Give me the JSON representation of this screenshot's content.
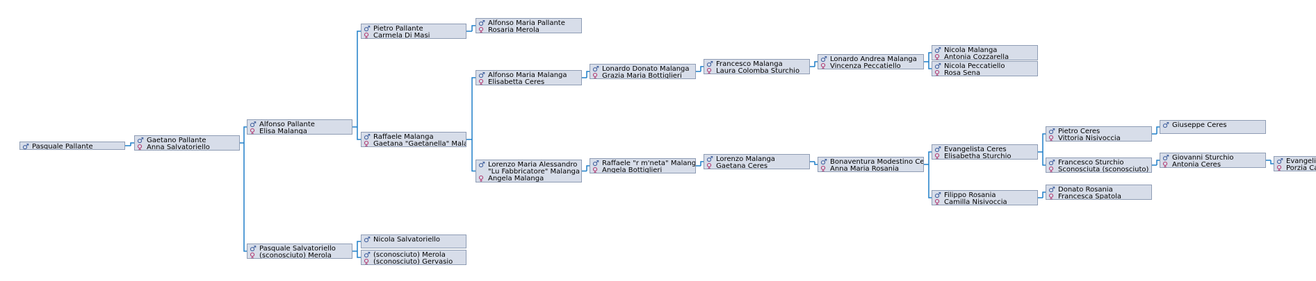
{
  "symbols": {
    "male": "♂",
    "female": "♀"
  },
  "colors": {
    "connector": "#1e7fc8",
    "box_bg": "#d7dde9",
    "box_border": "#8e9cb4"
  },
  "nodes": [
    {
      "id": "p1",
      "lines": [
        {
          "sex": "male",
          "name": "Pasquale Pallante"
        }
      ]
    },
    {
      "id": "p2",
      "lines": [
        {
          "sex": "male",
          "name": "Gaetano Pallante"
        },
        {
          "sex": "female",
          "name": "Anna Salvatoriello"
        }
      ]
    },
    {
      "id": "p3",
      "lines": [
        {
          "sex": "male",
          "name": "Alfonso Pallante"
        },
        {
          "sex": "female",
          "name": "Elisa Malanga"
        }
      ]
    },
    {
      "id": "p4",
      "lines": [
        {
          "sex": "male",
          "name": "Pasquale Salvatoriello"
        },
        {
          "sex": "female",
          "name": "(sconosciuto) Merola"
        }
      ]
    },
    {
      "id": "p5",
      "lines": [
        {
          "sex": "male",
          "name": "Pietro Pallante"
        },
        {
          "sex": "female",
          "name": "Carmela Di Masi"
        }
      ]
    },
    {
      "id": "p6",
      "lines": [
        {
          "sex": "male",
          "name": "Raffaele Malanga"
        },
        {
          "sex": "female",
          "name": "Gaetana \"Gaetanella\" Malanga"
        }
      ]
    },
    {
      "id": "p7",
      "lines": [
        {
          "sex": "male",
          "name": "Nicola Salvatoriello"
        }
      ]
    },
    {
      "id": "p8",
      "lines": [
        {
          "sex": "male",
          "name": "(sconosciuto) Merola"
        },
        {
          "sex": "female",
          "name": "(sconosciuto) Gervasio"
        }
      ]
    },
    {
      "id": "p9",
      "lines": [
        {
          "sex": "male",
          "name": "Alfonso Maria Pallante"
        },
        {
          "sex": "female",
          "name": "Rosaria Merola"
        }
      ]
    },
    {
      "id": "p10",
      "lines": [
        {
          "sex": "male",
          "name": "Alfonso Maria Malanga"
        },
        {
          "sex": "female",
          "name": "Elisabetta Ceres"
        }
      ]
    },
    {
      "id": "p11",
      "multiline": true,
      "lines": [
        {
          "sex": "male",
          "name": "Lorenzo Maria Alessandro \"Lu Fabbricatore\" Malanga"
        },
        {
          "sex": "female",
          "name": "Angela Malanga"
        }
      ]
    },
    {
      "id": "p12",
      "lines": [
        {
          "sex": "male",
          "name": "Lonardo Donato Malanga"
        },
        {
          "sex": "female",
          "name": "Grazia Maria Bottiglieri"
        }
      ]
    },
    {
      "id": "p13",
      "lines": [
        {
          "sex": "male",
          "name": "Raffaele \"r m'neta\" Malanga"
        },
        {
          "sex": "female",
          "name": "Angela Bottiglieri"
        }
      ]
    },
    {
      "id": "p14",
      "lines": [
        {
          "sex": "male",
          "name": "Francesco Malanga"
        },
        {
          "sex": "female",
          "name": "Laura Colomba Sturchio"
        }
      ]
    },
    {
      "id": "p15",
      "lines": [
        {
          "sex": "male",
          "name": "Lorenzo Malanga"
        },
        {
          "sex": "female",
          "name": "Gaetana Ceres"
        }
      ]
    },
    {
      "id": "p16",
      "lines": [
        {
          "sex": "male",
          "name": "Lonardo Andrea Malanga"
        },
        {
          "sex": "female",
          "name": "Vincenza Peccatiello"
        }
      ]
    },
    {
      "id": "p17",
      "lines": [
        {
          "sex": "male",
          "name": "Bonaventura Modestino Ceres"
        },
        {
          "sex": "female",
          "name": "Anna Maria Rosania"
        }
      ]
    },
    {
      "id": "p18",
      "lines": [
        {
          "sex": "male",
          "name": "Nicola Malanga"
        },
        {
          "sex": "female",
          "name": "Antonia Cozzarella"
        }
      ]
    },
    {
      "id": "p19",
      "lines": [
        {
          "sex": "male",
          "name": "Nicola Peccatiello"
        },
        {
          "sex": "female",
          "name": "Rosa Sena"
        }
      ]
    },
    {
      "id": "p20",
      "lines": [
        {
          "sex": "male",
          "name": "Evangelista Ceres"
        },
        {
          "sex": "female",
          "name": "Elisabetha Sturchio"
        }
      ]
    },
    {
      "id": "p21",
      "lines": [
        {
          "sex": "male",
          "name": "Filippo Rosania"
        },
        {
          "sex": "female",
          "name": "Camilla Nisivoccia"
        }
      ]
    },
    {
      "id": "p22",
      "lines": [
        {
          "sex": "male",
          "name": "Pietro Ceres"
        },
        {
          "sex": "female",
          "name": "Vittoria Nisivoccia"
        }
      ]
    },
    {
      "id": "p23",
      "lines": [
        {
          "sex": "male",
          "name": "Francesco Sturchio"
        },
        {
          "sex": "female",
          "name": "Sconosciuta (sconosciuto)"
        }
      ]
    },
    {
      "id": "p24",
      "lines": [
        {
          "sex": "male",
          "name": "Donato Rosania"
        },
        {
          "sex": "female",
          "name": "Francesca Spatola"
        }
      ]
    },
    {
      "id": "p25",
      "lines": [
        {
          "sex": "male",
          "name": "Giuseppe Ceres"
        }
      ]
    },
    {
      "id": "p26",
      "lines": [
        {
          "sex": "male",
          "name": "Giovanni Sturchio"
        },
        {
          "sex": "female",
          "name": "Antonia Ceres"
        }
      ]
    },
    {
      "id": "p27",
      "lines": [
        {
          "sex": "male",
          "name": "Evangelis"
        },
        {
          "sex": "female",
          "name": "Porzia Ca"
        }
      ]
    }
  ],
  "edges": [
    [
      "p1",
      "p2"
    ],
    [
      "p2",
      "p3"
    ],
    [
      "p2",
      "p4"
    ],
    [
      "p3",
      "p5"
    ],
    [
      "p3",
      "p6"
    ],
    [
      "p4",
      "p7"
    ],
    [
      "p4",
      "p8"
    ],
    [
      "p5",
      "p9"
    ],
    [
      "p6",
      "p10"
    ],
    [
      "p6",
      "p11"
    ],
    [
      "p10",
      "p12"
    ],
    [
      "p11",
      "p13"
    ],
    [
      "p12",
      "p14"
    ],
    [
      "p13",
      "p15"
    ],
    [
      "p14",
      "p16"
    ],
    [
      "p15",
      "p17"
    ],
    [
      "p16",
      "p18"
    ],
    [
      "p16",
      "p19"
    ],
    [
      "p17",
      "p20"
    ],
    [
      "p17",
      "p21"
    ],
    [
      "p20",
      "p22"
    ],
    [
      "p20",
      "p23"
    ],
    [
      "p21",
      "p24"
    ],
    [
      "p22",
      "p25"
    ],
    [
      "p23",
      "p26"
    ],
    [
      "p26",
      "p27"
    ]
  ]
}
